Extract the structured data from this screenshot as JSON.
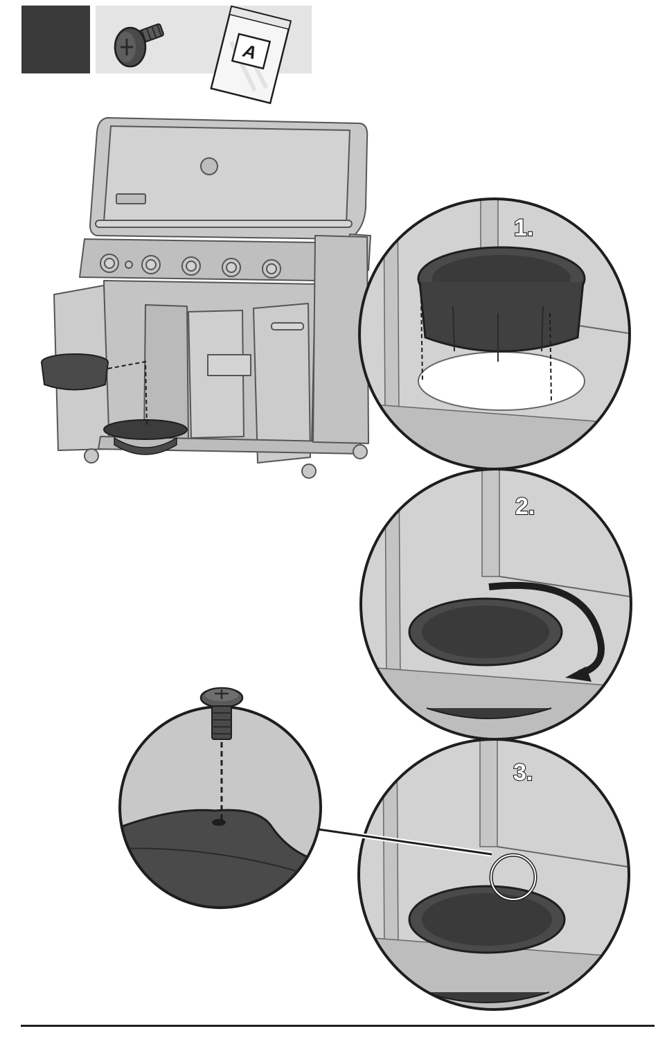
{
  "header": {
    "hardware_bag_label": "A",
    "icons": [
      "step-marker-block",
      "screw-icon",
      "hardware-bag-icon"
    ]
  },
  "steps": [
    {
      "label": "1."
    },
    {
      "label": "2."
    },
    {
      "label": "3."
    }
  ],
  "colors": {
    "dark_part": "#4a4a4a",
    "grill_gray": "#c8c8c8",
    "line": "#1e1e1e",
    "header_panel": "#e4e4e4",
    "marker_block": "#3a3a3a"
  }
}
